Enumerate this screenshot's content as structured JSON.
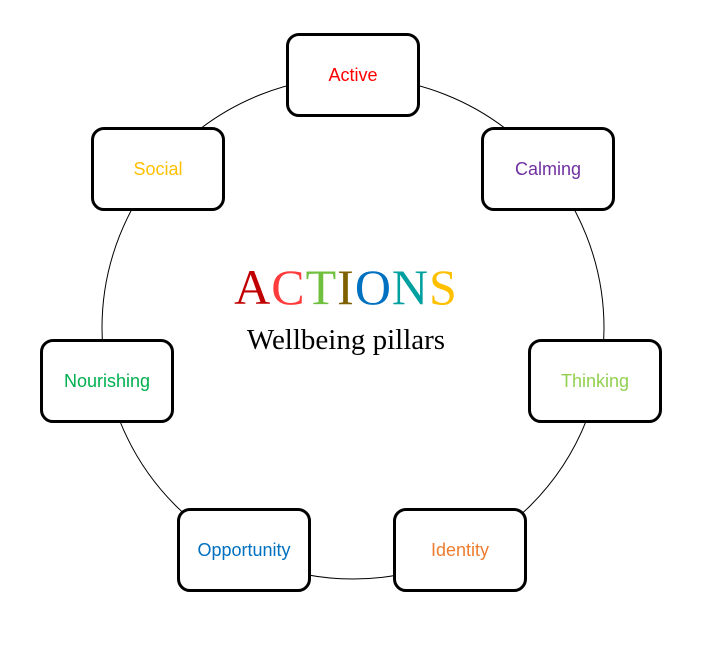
{
  "diagram": {
    "title": {
      "letters": [
        {
          "char": "A",
          "color": "#c00000"
        },
        {
          "char": "C",
          "color": "#ff3b3b"
        },
        {
          "char": "T",
          "color": "#70c040"
        },
        {
          "char": "I",
          "color": "#7f6000"
        },
        {
          "char": "O",
          "color": "#0070c0"
        },
        {
          "char": "N",
          "color": "#00a0a0"
        },
        {
          "char": "S",
          "color": "#ffc000"
        }
      ]
    },
    "subtitle": "Wellbeing pillars",
    "ring": {
      "style": "thin black circle connecting pillars"
    },
    "pillars": [
      {
        "label": "Active",
        "color": "#ff0000"
      },
      {
        "label": "Calming",
        "color": "#7030a0"
      },
      {
        "label": "Thinking",
        "color": "#92d050"
      },
      {
        "label": "Identity",
        "color": "#ed7d31"
      },
      {
        "label": "Opportunity",
        "color": "#0070c0"
      },
      {
        "label": "Nourishing",
        "color": "#00b050"
      },
      {
        "label": "Social",
        "color": "#ffc000"
      }
    ]
  }
}
